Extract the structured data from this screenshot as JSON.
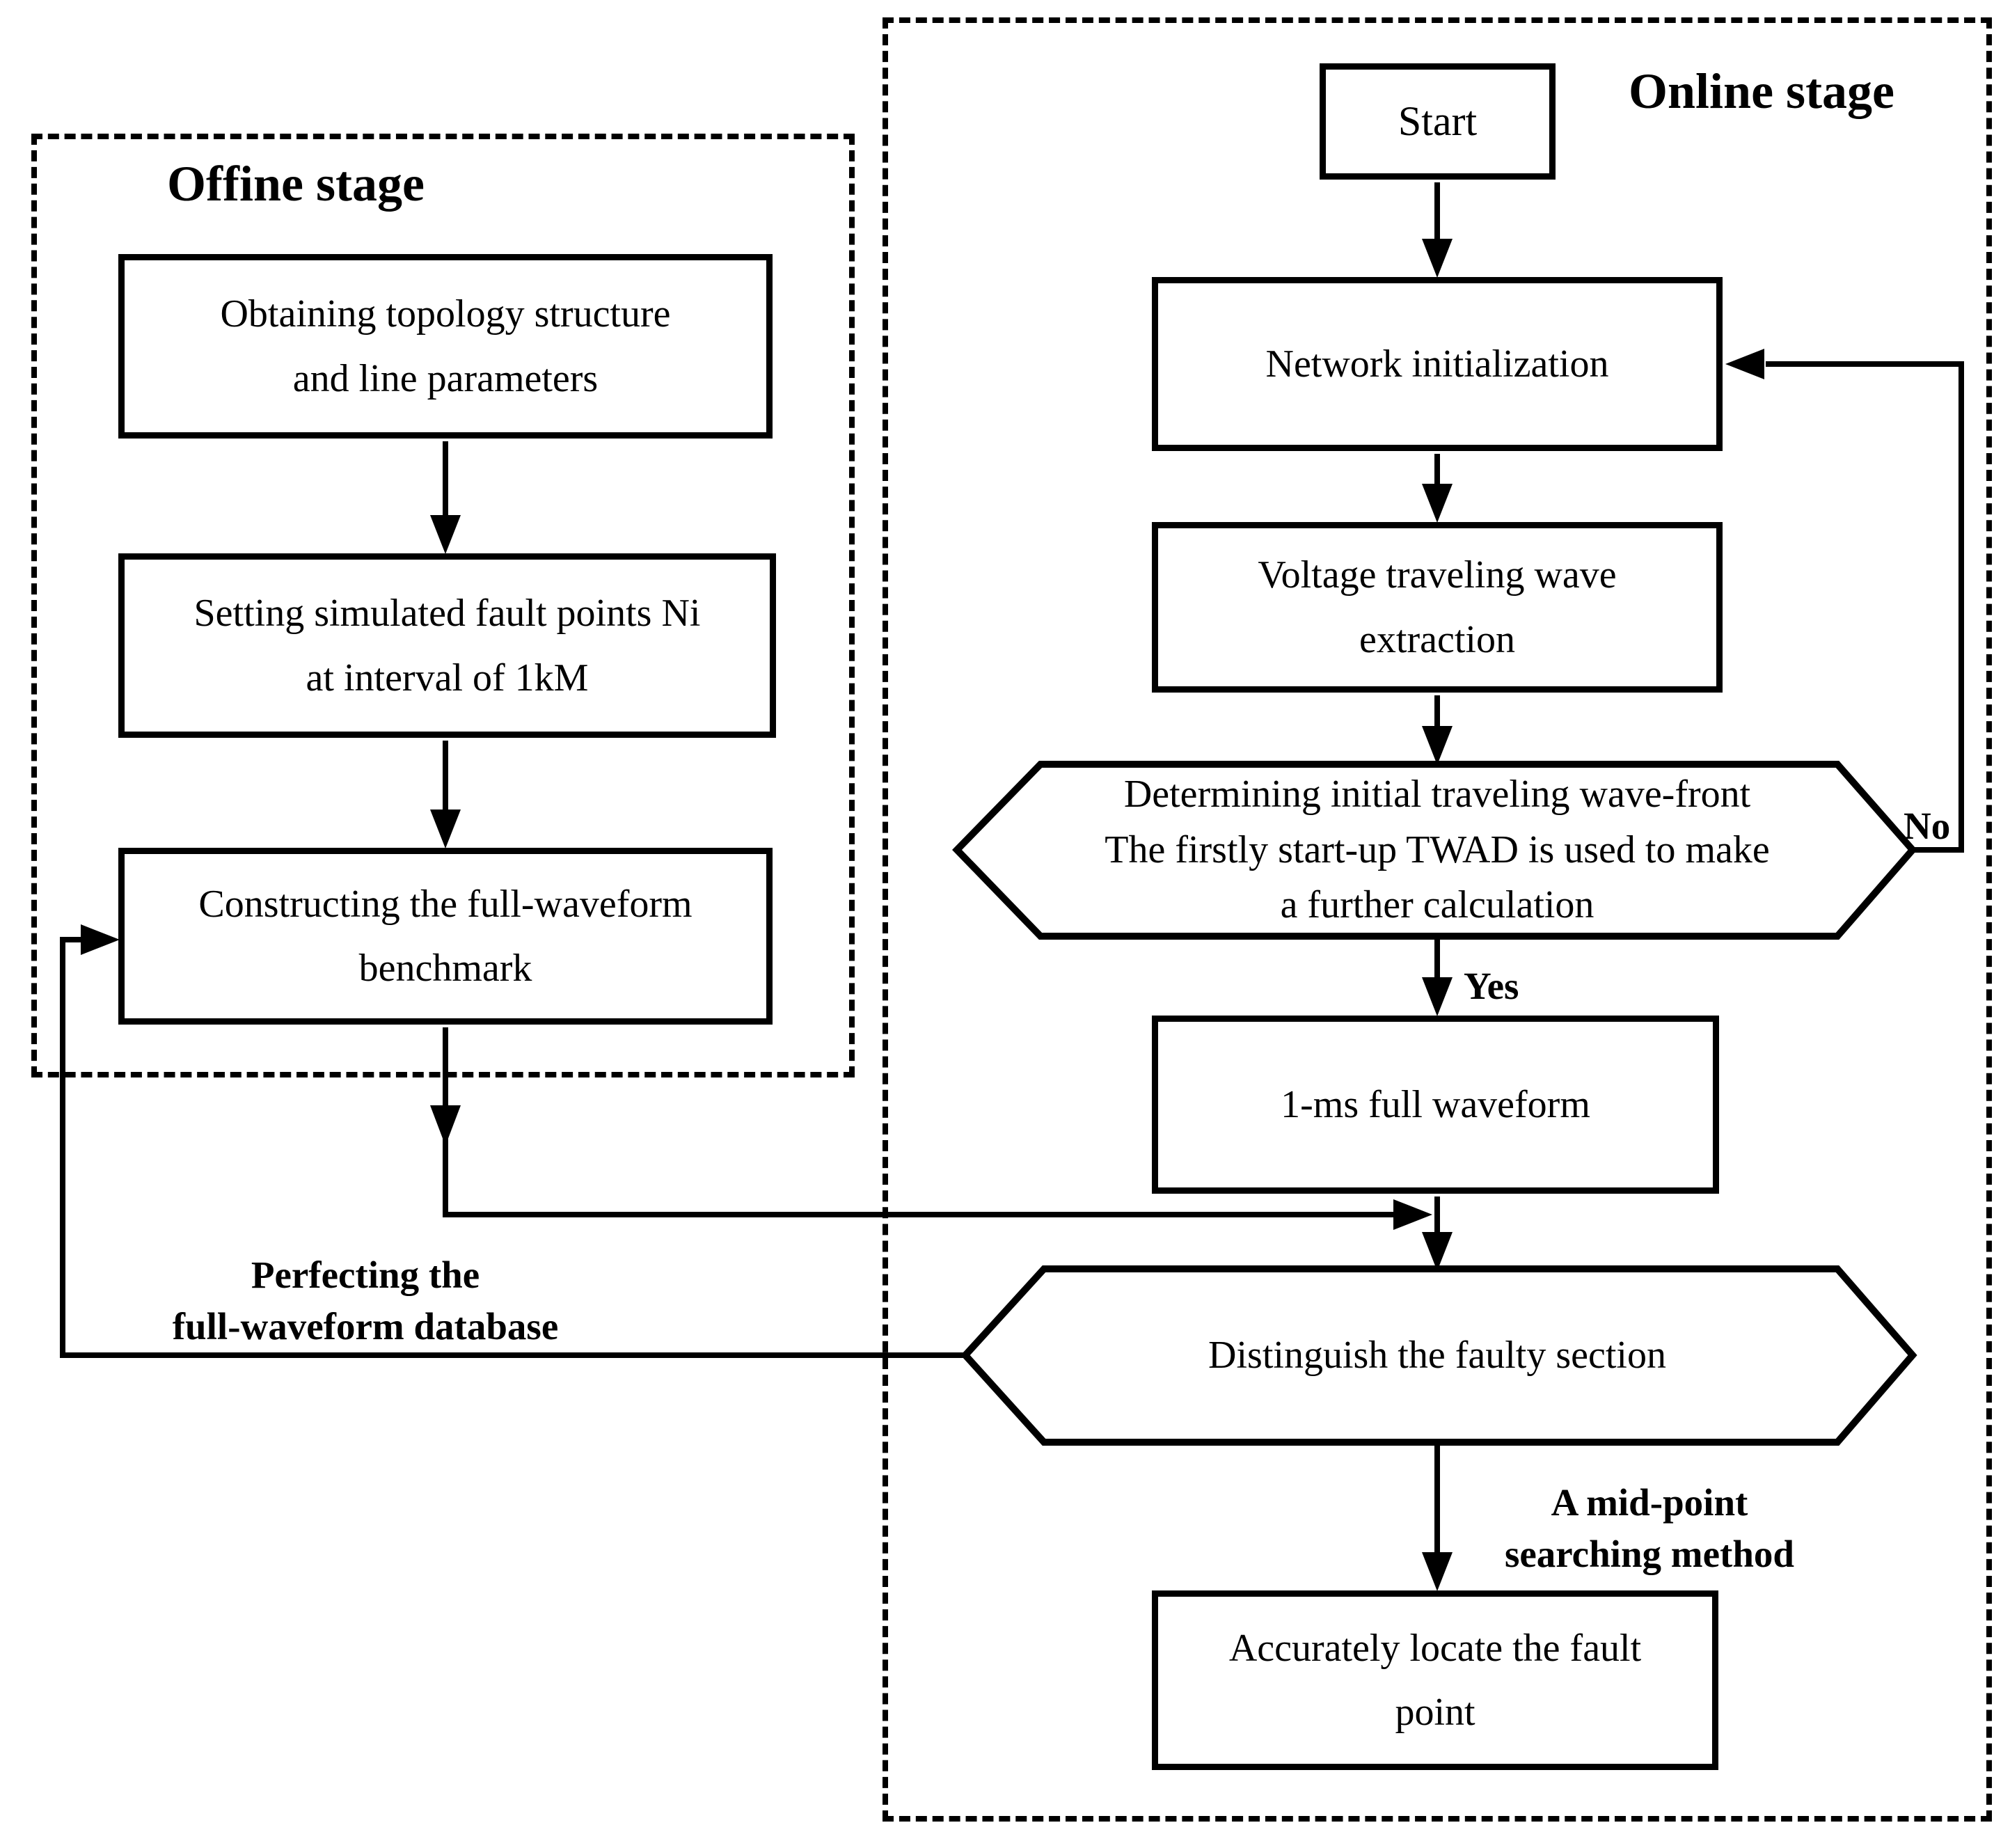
{
  "offline": {
    "title": "Offine stage",
    "boxes": {
      "obtaining": {
        "lines": [
          "Obtaining topology structure",
          "and line parameters"
        ]
      },
      "setting": {
        "lines": [
          "Setting simulated fault points Ni",
          "at interval of 1kM"
        ]
      },
      "constructing": {
        "lines": [
          "Constructing the full-waveform",
          "benchmark"
        ]
      }
    },
    "feedback_label": {
      "lines": [
        "Perfecting the",
        "full-waveform database"
      ]
    }
  },
  "online": {
    "title": "Online stage",
    "start_label": "Start",
    "boxes": {
      "network": {
        "lines": [
          "Network initialization"
        ]
      },
      "voltage": {
        "lines": [
          "Voltage traveling wave",
          "extraction"
        ]
      },
      "onems": {
        "lines": [
          "1-ms full waveform"
        ]
      },
      "accurately": {
        "lines": [
          "Accurately locate the fault",
          "point"
        ]
      }
    },
    "decisions": {
      "determining": {
        "lines": [
          "Determining initial traveling wave-front",
          "The firstly start-up TWAD is used to make",
          "a further calculation"
        ]
      },
      "distinguish": {
        "lines": [
          "Distinguish the faulty section"
        ]
      }
    },
    "labels": {
      "yes": "Yes",
      "no": "No",
      "midpoint": {
        "lines": [
          "A mid-point",
          "searching method"
        ]
      }
    }
  },
  "colors": {
    "ink": "#000000",
    "background": "#ffffff"
  }
}
